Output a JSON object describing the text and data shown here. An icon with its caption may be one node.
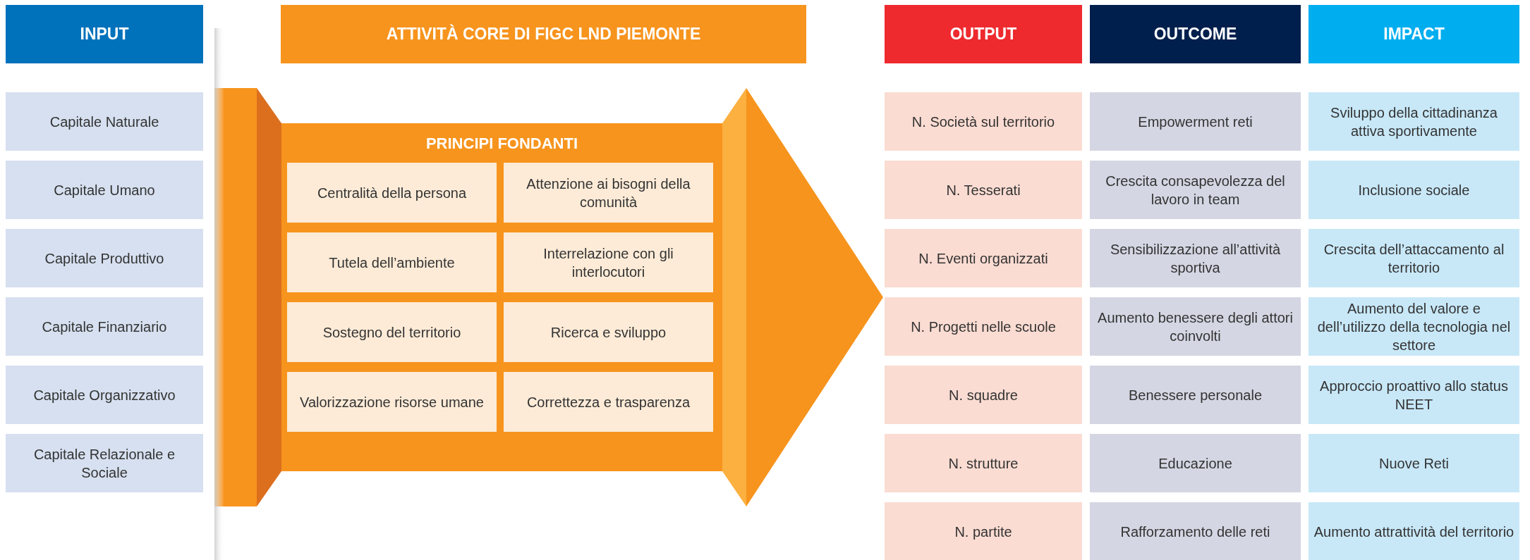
{
  "diagram": {
    "nodes": [
      {
        "text": [
          "INPUT"
        ]
      },
      {
        "text": [
          "Capitale Naturale"
        ]
      },
      {
        "text": [
          "Capitale Umano"
        ]
      },
      {
        "text": [
          "Capitale Produttivo"
        ]
      },
      {
        "text": [
          "Capitale Finanziario"
        ]
      },
      {
        "text": [
          "Capitale Organizzativo"
        ]
      },
      {
        "text": [
          "Capitale Relazionale e Sociale"
        ]
      },
      {
        "text": [
          "ATTIVITÀ CORE DI FIGC LND PIEMONTE"
        ]
      },
      {
        "text": [
          "PRINCIPI FONDANTI"
        ]
      },
      {
        "text": [
          "Centralità della persona"
        ],
        "in": 8
      },
      {
        "text": [
          "Attenzione ai bisogni della comunità"
        ],
        "in": 8
      },
      {
        "text": [
          "Tutela dell’ambiente"
        ],
        "in": 8
      },
      {
        "text": [
          "Interrelazione con gli interlocutori"
        ],
        "in": 8
      },
      {
        "text": [
          "Sostegno del territorio"
        ],
        "in": 8
      },
      {
        "text": [
          "Ricerca e sviluppo"
        ],
        "in": 8
      },
      {
        "text": [
          "Valorizzazione risorse umane"
        ],
        "in": 8
      },
      {
        "text": [
          "Correttezza e trasparenza"
        ],
        "in": 8
      },
      {
        "text": [
          "OUTPUT"
        ]
      },
      {
        "text": [
          "N. Società sul territorio"
        ]
      },
      {
        "text": [
          "N. Tesserati"
        ]
      },
      {
        "text": [
          "N. Eventi organizzati"
        ]
      },
      {
        "text": [
          "N. Progetti nelle scuole"
        ]
      },
      {
        "text": [
          "N. squadre"
        ]
      },
      {
        "text": [
          "N. strutture"
        ]
      },
      {
        "text": [
          "N. partite"
        ]
      },
      {
        "text": [
          "OUTCOME"
        ]
      },
      {
        "text": [
          "Empowerment reti"
        ]
      },
      {
        "text": [
          "Crescita consapevolezza del lavoro in team"
        ]
      },
      {
        "text": [
          "Sensibilizzazione all’attività sportiva"
        ]
      },
      {
        "text": [
          "Aumento benessere degli attori coinvolti"
        ]
      },
      {
        "text": [
          "Benessere personale"
        ]
      },
      {
        "text": [
          "Educazione"
        ]
      },
      {
        "text": [
          "Rafforzamento delle reti"
        ]
      },
      {
        "text": [
          "IMPACT"
        ]
      },
      {
        "text": [
          "Sviluppo della cittadinanza attiva sportivamente"
        ]
      },
      {
        "text": [
          "Inclusione sociale"
        ]
      },
      {
        "text": [
          "Crescita dell’attaccamento al territorio"
        ]
      },
      {
        "text": [
          "Aumento del valore e dell’utilizzo della tecnologia nel settore"
        ]
      },
      {
        "text": [
          "Approccio proattivo allo status NEET"
        ]
      },
      {
        "text": [
          "Nuove Reti"
        ]
      },
      {
        "text": [
          "Aumento attrattività del territorio"
        ]
      }
    ]
  }
}
